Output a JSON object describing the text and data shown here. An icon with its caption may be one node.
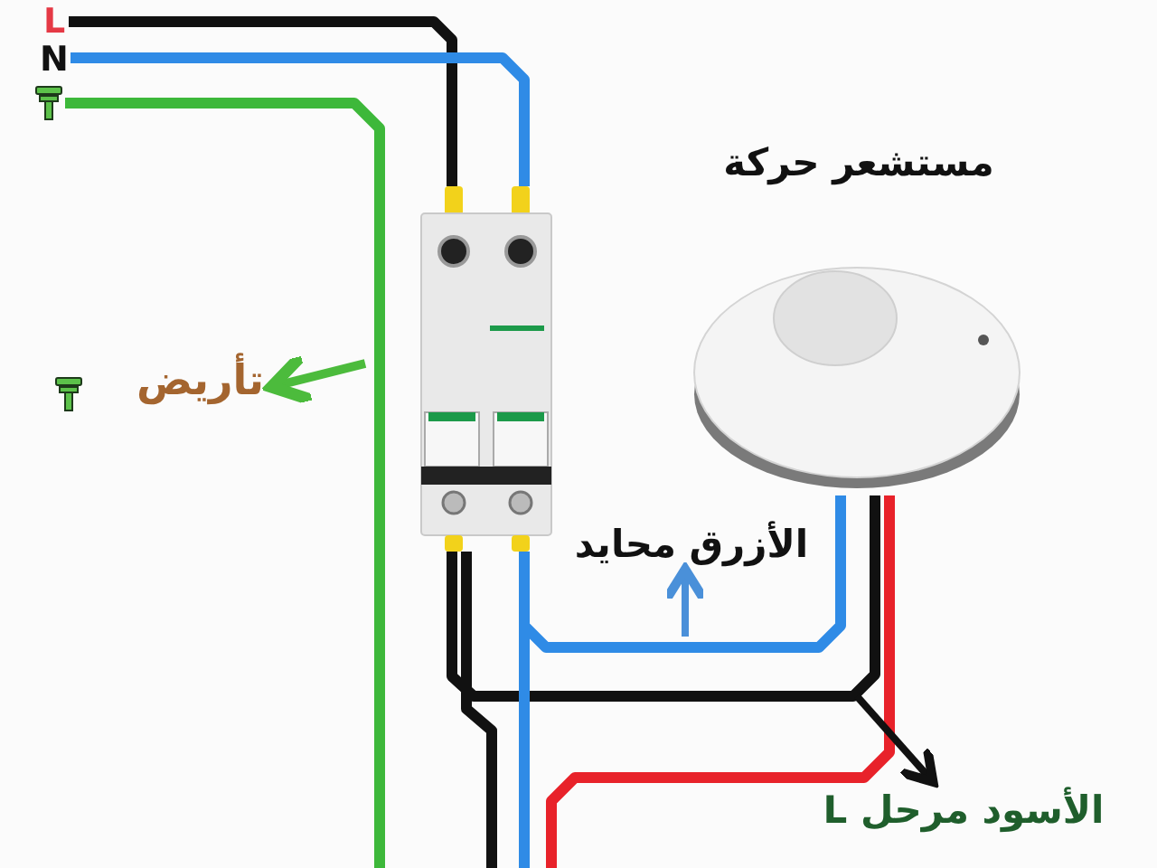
{
  "diagram": {
    "nodes": [
      {
        "text": [
          "L"
        ]
      },
      {
        "text": [
          "N"
        ]
      },
      {
        "text": [],
        "shape": "picture"
      },
      {
        "text": [],
        "shape": "box"
      },
      {
        "text": [
          "مستشعر حركة"
        ]
      },
      {
        "text": [
          "تأريض"
        ]
      },
      {
        "text": [
          "الأزرق محايد"
        ]
      },
      {
        "text": [
          "الأسود مرحل L"
        ]
      }
    ],
    "edges": [
      {
        "from": 0,
        "to": 3,
        "arrow": "none",
        "color": "#111111"
      },
      {
        "from": 1,
        "to": 3,
        "arrow": "none",
        "color": "#2f8be6"
      },
      {
        "from": 2,
        "to": null,
        "arrow": "none",
        "color": "#3db83a"
      },
      {
        "from": 3,
        "to": 4,
        "arrow": "none",
        "color": "#111111"
      },
      {
        "from": 3,
        "to": 4,
        "arrow": "none",
        "color": "#2f8be6"
      },
      {
        "from": 3,
        "to": null,
        "arrow": "none",
        "color": "#111111"
      },
      {
        "from": 3,
        "to": null,
        "arrow": "none",
        "color": "#2f8be6"
      },
      {
        "from": 4,
        "to": null,
        "arrow": "none",
        "color": "#e8222a"
      },
      {
        "from": null,
        "to": 5,
        "arrow": "to",
        "color": "#4cbb3c"
      },
      {
        "from": null,
        "to": 6,
        "arrow": "to",
        "color": "#4a90d9"
      },
      {
        "from": null,
        "to": 7,
        "arrow": "to",
        "color": "#111111"
      }
    ]
  }
}
